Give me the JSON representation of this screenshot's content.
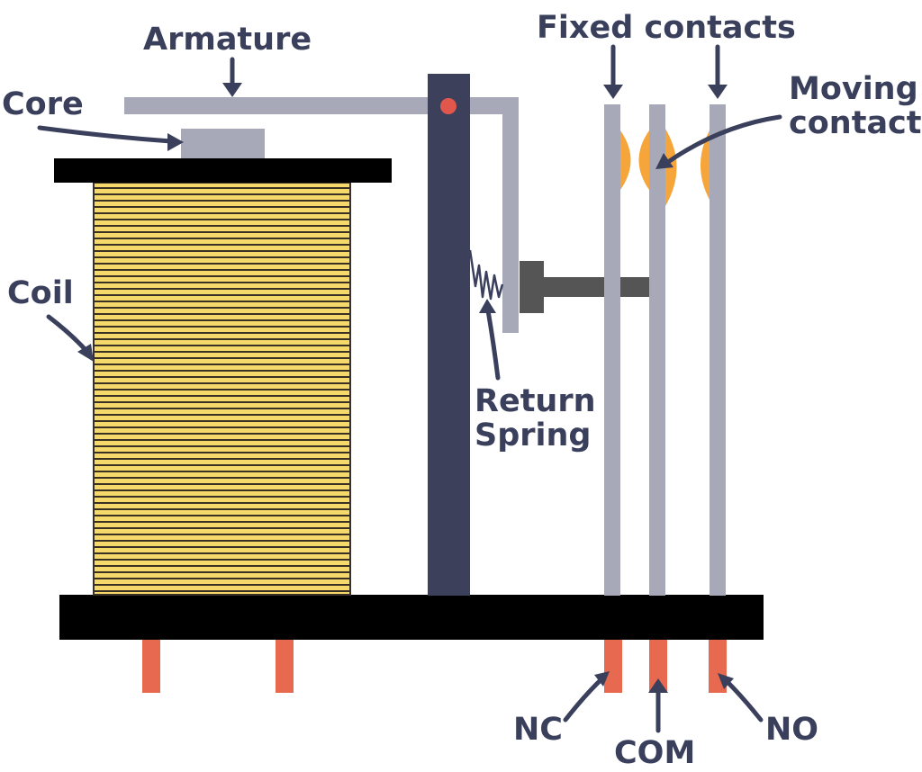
{
  "labels": {
    "armature": "Armature",
    "core": "Core",
    "coil": "Coil",
    "fixed_contacts": "Fixed contacts",
    "moving_contact_line1": "Moving",
    "moving_contact_line2": "contact",
    "return_spring_line1": "Return",
    "return_spring_line2": "Spring",
    "nc": "NC",
    "com": "COM",
    "no": "NO"
  },
  "colors": {
    "label": "#3a3f5c",
    "base": "#000000",
    "frame_post": "#3d405b",
    "armature": "#a7a9b8",
    "coil": "#f6d96b",
    "coil_stripe": "#3a3024",
    "contact_tip": "#f5a53a",
    "pivot": "#e2574c",
    "pins": "#e76a50",
    "pushrod": "#555555"
  }
}
